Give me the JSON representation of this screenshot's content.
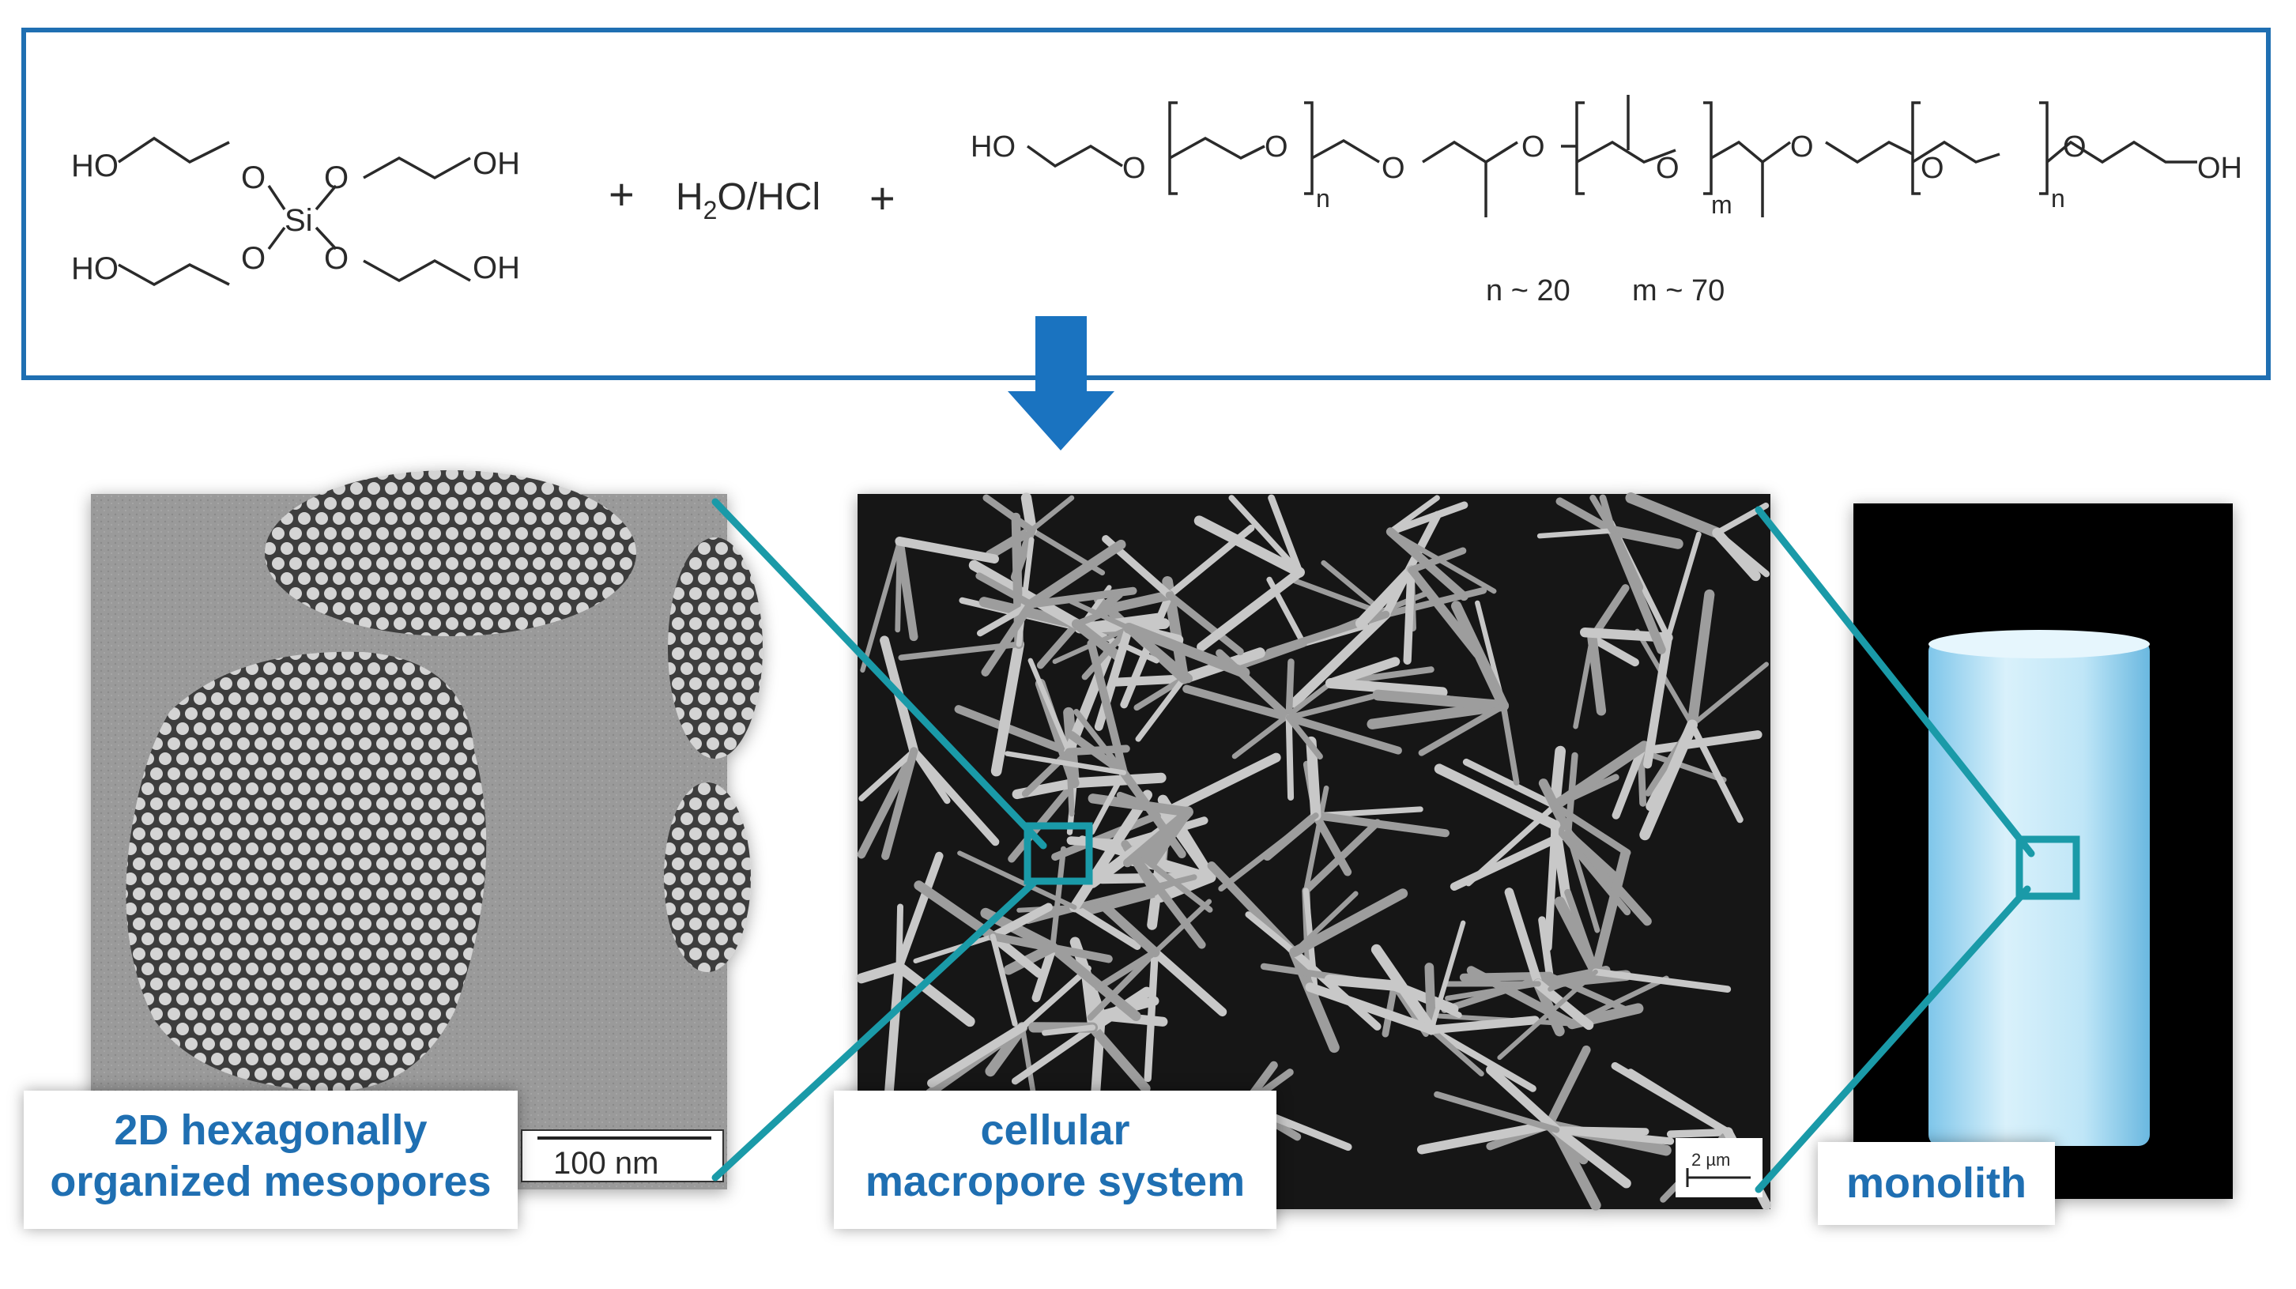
{
  "reaction": {
    "silane_groups": [
      "HO",
      "O",
      "Si",
      "O",
      "OH",
      "HO",
      "O",
      "O",
      "OH"
    ],
    "plus_1": "+",
    "reagent": "H2O/HCl",
    "plus_2": "+",
    "polymer_labels": {
      "ho": "HO",
      "oh": "OH",
      "o": "O",
      "n": "n",
      "m": "m"
    },
    "n_value": "n ~ 20",
    "m_value": "m ~ 70"
  },
  "panels": {
    "mesopores": {
      "caption_line1": "2D hexagonally",
      "caption_line2": "organized mesopores",
      "scale_label": "100  nm"
    },
    "macropores": {
      "caption_line1": "cellular",
      "caption_line2": "macropore system",
      "scale_label": "2 µm"
    },
    "monolith": {
      "caption": "monolith"
    }
  },
  "colors": {
    "frame": "#1f6fb2",
    "arrow": "#1a73c0",
    "zoom_lines": "#1a9aa8",
    "caption_text": "#1f6fb2"
  }
}
